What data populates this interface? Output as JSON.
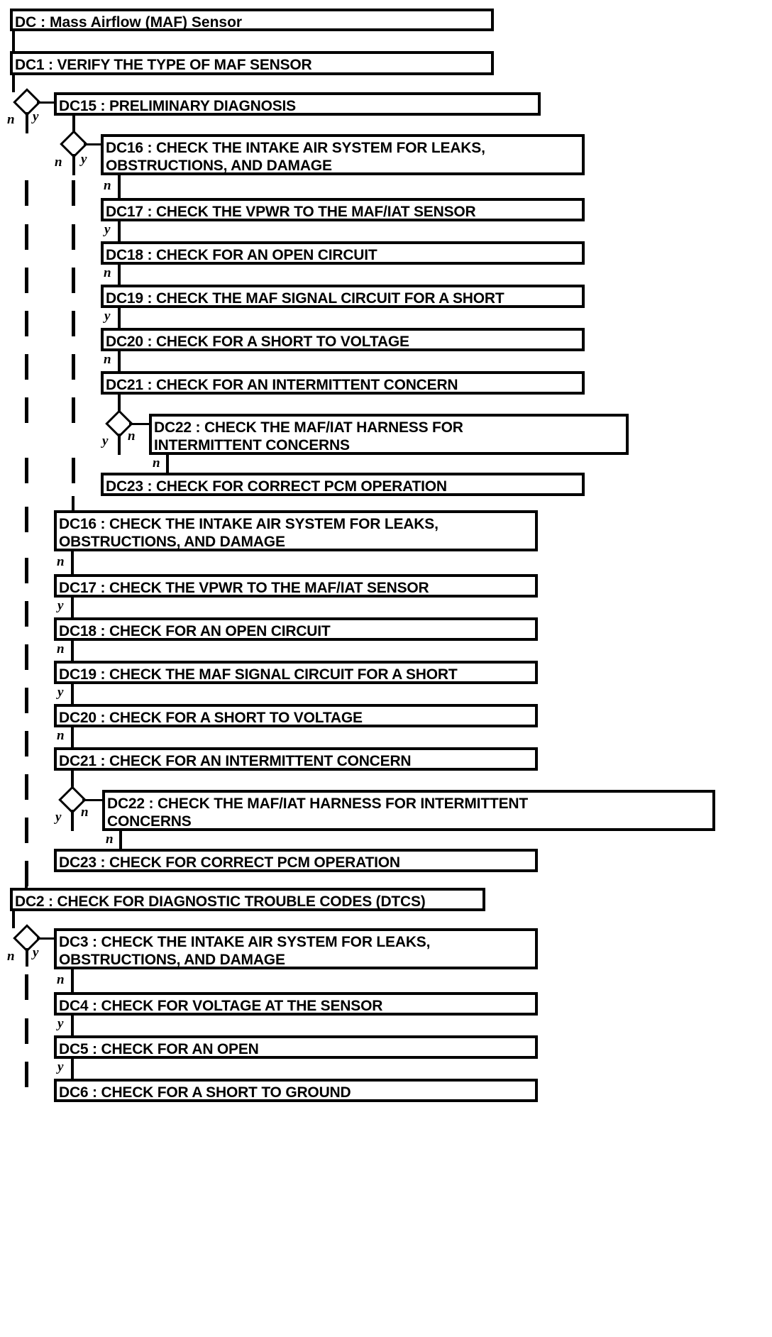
{
  "diagram": {
    "type": "flowchart",
    "title": "DC : Mass Airflow (MAF) Sensor",
    "nodes": [
      {
        "id": "DC",
        "label": "DC : Mass Airflow (MAF) Sensor"
      },
      {
        "id": "DC1",
        "label": "DC1 : VERIFY THE TYPE OF MAF SENSOR"
      },
      {
        "id": "DC15",
        "label": "DC15 : PRELIMINARY DIAGNOSIS"
      },
      {
        "id": "DC16a",
        "label": "DC16 : CHECK THE INTAKE AIR SYSTEM FOR LEAKS, OBSTRUCTIONS, AND DAMAGE"
      },
      {
        "id": "DC17a",
        "label": "DC17 : CHECK THE VPWR TO THE MAF/IAT SENSOR"
      },
      {
        "id": "DC18a",
        "label": "DC18 : CHECK FOR AN OPEN CIRCUIT"
      },
      {
        "id": "DC19a",
        "label": "DC19 : CHECK THE MAF SIGNAL CIRCUIT FOR A SHORT"
      },
      {
        "id": "DC20a",
        "label": "DC20 : CHECK FOR A SHORT TO VOLTAGE"
      },
      {
        "id": "DC21a",
        "label": "DC21 : CHECK FOR AN INTERMITTENT CONCERN"
      },
      {
        "id": "DC22a",
        "label": "DC22 : CHECK THE MAF/IAT HARNESS FOR INTERMITTENT CONCERNS"
      },
      {
        "id": "DC23a",
        "label": "DC23 : CHECK FOR CORRECT PCM OPERATION"
      },
      {
        "id": "DC16b",
        "label": "DC16 : CHECK THE INTAKE AIR SYSTEM FOR LEAKS, OBSTRUCTIONS, AND DAMAGE"
      },
      {
        "id": "DC17b",
        "label": "DC17 : CHECK THE VPWR TO THE MAF/IAT SENSOR"
      },
      {
        "id": "DC18b",
        "label": "DC18 : CHECK FOR AN OPEN CIRCUIT"
      },
      {
        "id": "DC19b",
        "label": "DC19 : CHECK THE MAF SIGNAL CIRCUIT FOR A SHORT"
      },
      {
        "id": "DC20b",
        "label": "DC20 : CHECK FOR A SHORT TO VOLTAGE"
      },
      {
        "id": "DC21b",
        "label": "DC21 : CHECK FOR AN INTERMITTENT CONCERN"
      },
      {
        "id": "DC22b",
        "label": "DC22 : CHECK THE MAF/IAT HARNESS FOR INTERMITTENT CONCERNS"
      },
      {
        "id": "DC23b",
        "label": "DC23 : CHECK FOR CORRECT PCM OPERATION"
      },
      {
        "id": "DC2",
        "label": "DC2 : CHECK FOR DIAGNOSTIC TROUBLE CODES (DTCS)"
      },
      {
        "id": "DC3",
        "label": "DC3 : CHECK THE INTAKE AIR SYSTEM FOR LEAKS, OBSTRUCTIONS, AND DAMAGE"
      },
      {
        "id": "DC4",
        "label": "DC4 : CHECK FOR VOLTAGE AT THE SENSOR"
      },
      {
        "id": "DC5",
        "label": "DC5 : CHECK FOR AN OPEN"
      },
      {
        "id": "DC6",
        "label": "DC6 : CHECK FOR A SHORT TO GROUND"
      }
    ],
    "node_text": {
      "DC": "DC : Mass Airflow (MAF) Sensor",
      "DC1": "DC1 : VERIFY THE TYPE OF MAF SENSOR",
      "DC15": "DC15 : PRELIMINARY DIAGNOSIS",
      "DC16a": "DC16 : CHECK THE INTAKE AIR SYSTEM FOR LEAKS,\nOBSTRUCTIONS, AND DAMAGE",
      "DC17a": "DC17 : CHECK THE VPWR TO THE MAF/IAT SENSOR",
      "DC18a": "DC18 : CHECK FOR AN OPEN CIRCUIT",
      "DC19a": "DC19 : CHECK THE MAF SIGNAL CIRCUIT FOR A SHORT",
      "DC20a": "DC20 : CHECK FOR A SHORT TO VOLTAGE",
      "DC21a": "DC21 : CHECK FOR AN INTERMITTENT CONCERN",
      "DC22a": "DC22 : CHECK THE MAF/IAT HARNESS FOR\nINTERMITTENT CONCERNS",
      "DC23a": "DC23 : CHECK FOR CORRECT PCM OPERATION",
      "DC16b": "DC16 : CHECK THE INTAKE AIR SYSTEM FOR LEAKS,\nOBSTRUCTIONS, AND DAMAGE",
      "DC17b": "DC17 : CHECK THE VPWR TO THE MAF/IAT SENSOR",
      "DC18b": "DC18 : CHECK FOR AN OPEN CIRCUIT",
      "DC19b": "DC19 : CHECK THE MAF SIGNAL CIRCUIT FOR A SHORT",
      "DC20b": "DC20 : CHECK FOR A SHORT TO VOLTAGE",
      "DC21b": "DC21 : CHECK FOR AN INTERMITTENT CONCERN",
      "DC22b": "DC22 : CHECK THE MAF/IAT HARNESS FOR INTERMITTENT\nCONCERNS",
      "DC23b": "DC23 : CHECK FOR CORRECT PCM OPERATION",
      "DC2": "DC2 : CHECK FOR DIAGNOSTIC TROUBLE CODES (DTCS)",
      "DC3": "DC3 : CHECK THE INTAKE AIR SYSTEM FOR LEAKS,\nOBSTRUCTIONS, AND DAMAGE",
      "DC4": "DC4 : CHECK FOR VOLTAGE AT THE SENSOR",
      "DC5": "DC5 : CHECK FOR AN OPEN",
      "DC6": "DC6 : CHECK FOR A SHORT TO GROUND"
    },
    "edge_labels": {
      "dc15_n": "n",
      "dc15_y": "y",
      "dc16a_n": "n",
      "dc16a_y": "y",
      "dc16a_out": "n",
      "dc17a_out": "y",
      "dc18a_out": "n",
      "dc19a_out": "y",
      "dc20a_out": "n",
      "dc22a_y": "y",
      "dc22a_n": "n",
      "dc22a_out": "n",
      "dc16b_out": "n",
      "dc17b_out": "y",
      "dc18b_out": "n",
      "dc19b_out": "y",
      "dc20b_out": "n",
      "dc22b_y": "y",
      "dc22b_n": "n",
      "dc22b_out": "n",
      "dc2_n": "n",
      "dc2_y": "y",
      "dc3_out": "n",
      "dc4_out": "y",
      "dc5_out": "y"
    },
    "colors": {
      "stroke": "#000000",
      "fill": "#ffffff",
      "text": "#000000"
    }
  }
}
